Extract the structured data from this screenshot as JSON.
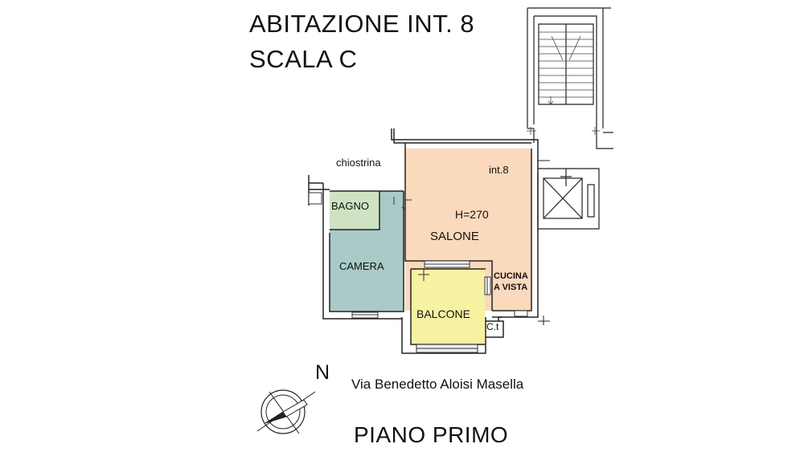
{
  "header": {
    "title_line1": "ABITAZIONE INT. 8",
    "title_line2": "SCALA C"
  },
  "rooms": {
    "chiostrina": "chiostrina",
    "unit": "int.8",
    "height": "H=270",
    "salone": "SALONE",
    "bagno": "BAGNO",
    "camera": "CAMERA",
    "cucina_line1": "CUCINA",
    "cucina_line2": "A VISTA",
    "balcone": "BALCONE",
    "ct": "C.t"
  },
  "compass": {
    "north": "N"
  },
  "street": "Via Benedetto Aloisi Masella",
  "floor": "PIANO PRIMO",
  "colors": {
    "salone": "#fbd9bc",
    "bagno": "#cfe3c2",
    "camera": "#a9cac6",
    "balcone": "#f7f2a2",
    "wall": "#222222"
  }
}
